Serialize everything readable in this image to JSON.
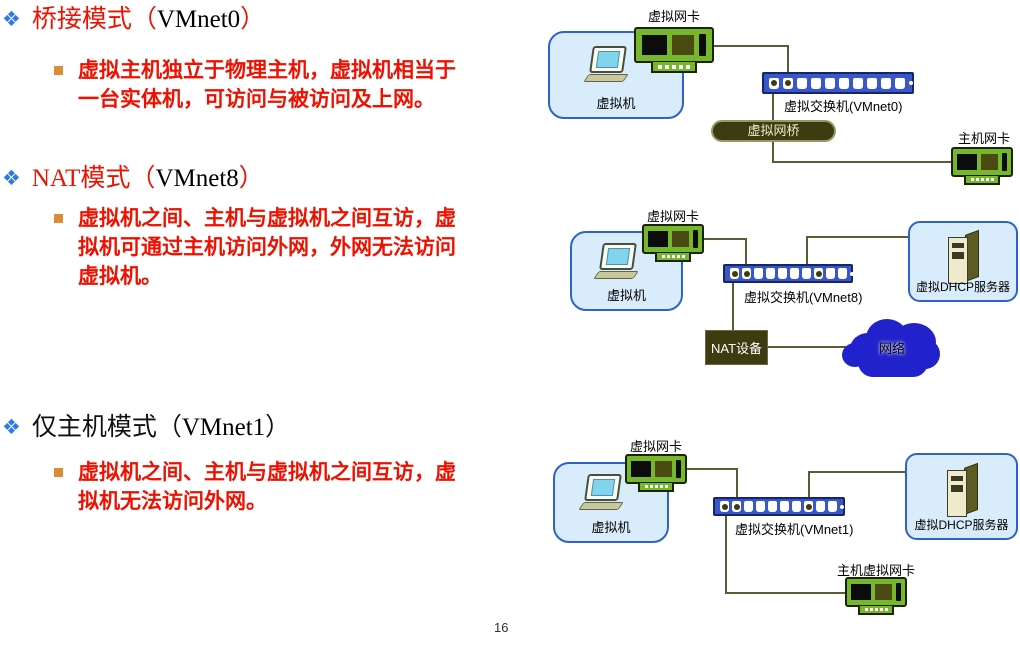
{
  "slide": {
    "page_number": "16",
    "bullet_glyph": "❖",
    "colors": {
      "accent_red": "#ee1100",
      "bullet_blue": "#2f7ae0",
      "bullet_orange": "#d98e32",
      "box_fill": "#d9ecfb",
      "box_border": "#2e62c8",
      "nic_green": "#76b72d",
      "switch_blue": "#3a57c8",
      "olive_dark": "#3c3c10",
      "cloud_blue": "#2222cc",
      "line_olive": "#5c5c34"
    },
    "sections": [
      {
        "heading_cn": "桥接模式（",
        "heading_code": "VMnet0",
        "heading_close": "）",
        "body_lines": [
          "虚拟主机独立于物理主机，虚拟机相当于",
          "一台实体机，可访问与被访问及上网。"
        ]
      },
      {
        "heading_cn": "NAT模式（",
        "heading_code": "VMnet8",
        "heading_close": "）",
        "body_lines": [
          "虚拟机之间、主机与虚拟机之间互访，虚",
          "拟机可通过主机访问外网，外网无法访问",
          "虚拟机。"
        ]
      },
      {
        "heading_cn": "仅主机模式（",
        "heading_code": "VMnet1",
        "heading_close": "）",
        "body_lines": [
          "虚拟机之间、主机与虚拟机之间互访，虚",
          "拟机无法访问外网。"
        ]
      }
    ],
    "diagrams": {
      "bridge": {
        "vnic_label": "虚拟网卡",
        "vm_label": "虚拟机",
        "switch_label": "虚拟交换机(VMnet0)",
        "bridge_label": "虚拟网桥",
        "host_nic_label": "主机网卡"
      },
      "nat": {
        "vnic_label": "虚拟网卡",
        "vm_label": "虚拟机",
        "switch_label": "虚拟交换机(VMnet8)",
        "nat_device_label": "NAT设备",
        "cloud_label": "网络",
        "dhcp_label": "虚拟DHCP服务器"
      },
      "hostonly": {
        "vnic_label": "虚拟网卡",
        "vm_label": "虚拟机",
        "switch_label": "虚拟交换机(VMnet1)",
        "dhcp_label": "虚拟DHCP服务器",
        "host_vnic_label": "主机虚拟网卡"
      }
    }
  }
}
